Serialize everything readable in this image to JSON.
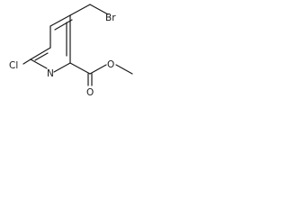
{
  "structure": {
    "atoms": {
      "bromine": "Br",
      "chlorine": "Cl",
      "ring_nitrogen": "N",
      "carbonyl_oxygen": "O",
      "ester_oxygen": "O"
    }
  },
  "colors": {
    "ink": "#1a1a1a",
    "background": "#ffffff"
  }
}
